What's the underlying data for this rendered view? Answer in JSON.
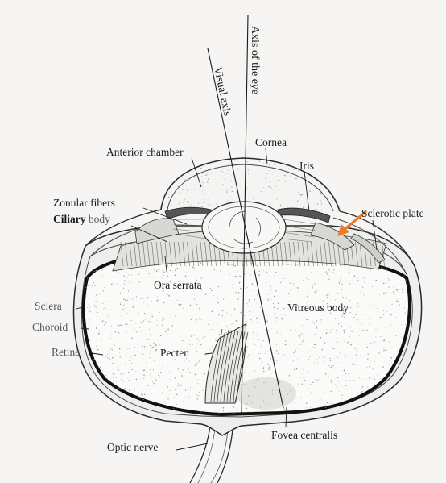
{
  "labels": {
    "axis_of_eye": "Axis of the eye",
    "visual_axis": "Visual axis",
    "cornea": "Cornea",
    "anterior_chamber": "Anterior chamber",
    "iris": "Iris",
    "zonular_fibers": "Zonular fibers",
    "ciliary_strong": "Ciliary",
    "ciliary_light": " body",
    "sclerotic_plate": "Sclerotic plate",
    "ora_serrata": "Ora serrata",
    "vitreous_body": "Vitreous body",
    "sclera": "Sclera",
    "choroid": "Choroid",
    "retina": "Retina",
    "pecten": "Pecten",
    "optic_nerve": "Optic nerve",
    "fovea_centralis": "Fovea centralis"
  },
  "colors": {
    "arrow": "#ee7a2a",
    "ink": "#1b1b1b",
    "muted_label": "#565656"
  }
}
